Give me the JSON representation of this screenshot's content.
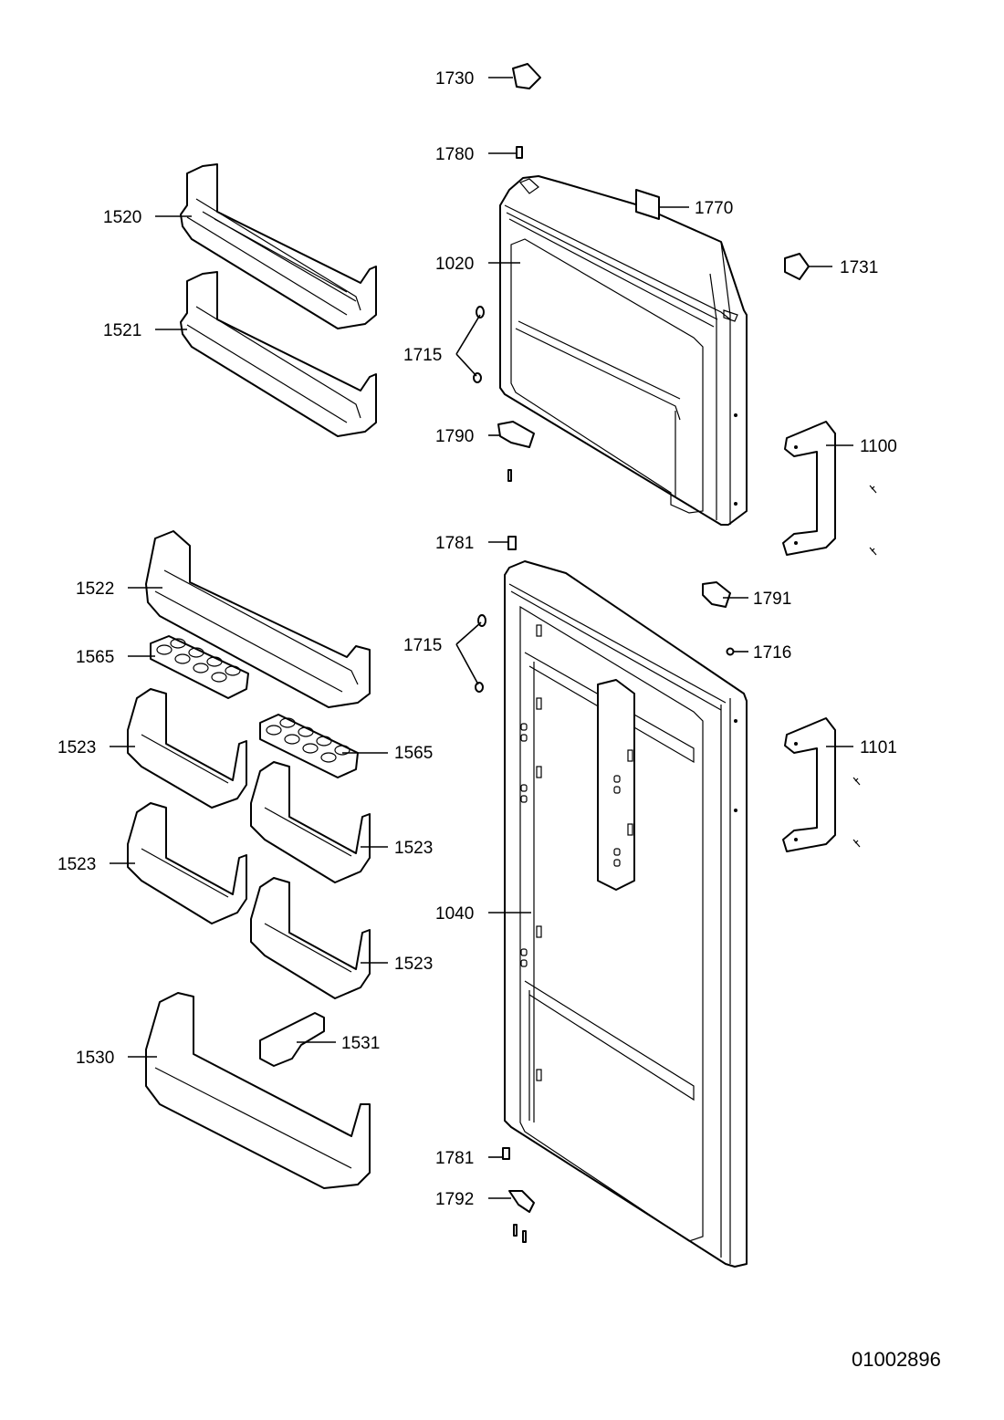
{
  "diagram": {
    "document_number": "01002896",
    "parts": {
      "p1730": "1730",
      "p1780": "1780",
      "p1770": "1770",
      "p1731": "1731",
      "p1020": "1020",
      "p1520": "1520",
      "p1521": "1521",
      "p1715a": "1715",
      "p1790": "1790",
      "p1100": "1100",
      "p1781a": "1781",
      "p1791": "1791",
      "p1522": "1522",
      "p1565a": "1565",
      "p1715b": "1715",
      "p1716": "1716",
      "p1523a": "1523",
      "p1565b": "1565",
      "p1101": "1101",
      "p1523b": "1523",
      "p1523c": "1523",
      "p1040": "1040",
      "p1523d": "1523",
      "p1530": "1530",
      "p1531": "1531",
      "p1781b": "1781",
      "p1792": "1792"
    }
  }
}
